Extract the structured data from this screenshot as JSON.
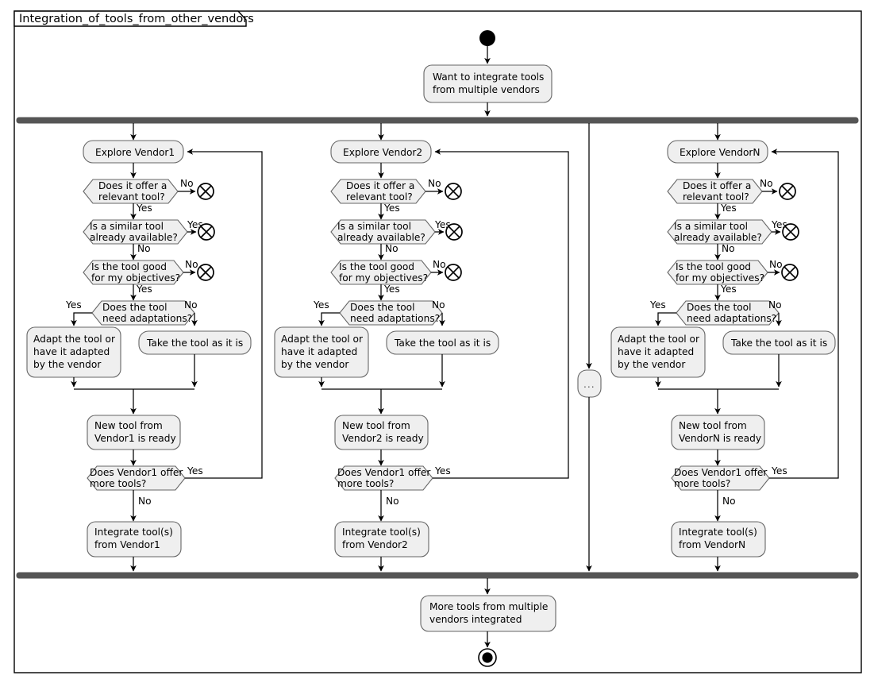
{
  "frame": {
    "title": "Integration_of_tools_from_other_vendors"
  },
  "start": {
    "name": "initial-node"
  },
  "initial_activity": {
    "line1": "Want to integrate tools",
    "line2": "from multiple vendors"
  },
  "final_activity": {
    "line1": "More tools from multiple",
    "line2": "vendors integrated"
  },
  "ellipsis": {
    "label": "..."
  },
  "labels": {
    "yes": "Yes",
    "no": "No"
  },
  "shared": {
    "decision1_l1": "Does it offer a",
    "decision1_l2": "relevant tool?",
    "decision2_l1": "Is a similar tool",
    "decision2_l2": "already available?",
    "decision3_l1": "Is the tool good",
    "decision3_l2": "for my objectives?",
    "decision4_l1": "Does the tool",
    "decision4_l2": "need adaptations?",
    "adapt_l1": "Adapt the tool or",
    "adapt_l2": "have it adapted",
    "adapt_l3": "by the vendor",
    "take_as_is": "Take the tool as it is",
    "more_tools_l1": "Does Vendor1 offer",
    "more_tools_l2": "more tools?"
  },
  "columns": [
    {
      "explore": "Explore Vendor1",
      "ready_l1": "New tool from",
      "ready_l2": "Vendor1 is ready",
      "integrate_l1": "Integrate tool(s)",
      "integrate_l2": "from Vendor1"
    },
    {
      "explore": "Explore Vendor2",
      "ready_l1": "New tool from",
      "ready_l2": "Vendor2 is ready",
      "integrate_l1": "Integrate tool(s)",
      "integrate_l2": "from Vendor2"
    },
    {
      "explore": "Explore VendorN",
      "ready_l1": "New tool from",
      "ready_l2": "VendorN is ready",
      "integrate_l1": "Integrate tool(s)",
      "integrate_l2": "from VendorN"
    }
  ],
  "colors": {
    "node_fill": "#efefef",
    "node_stroke": "#666666",
    "bar": "#555555",
    "line": "#000000",
    "background": "#ffffff"
  }
}
